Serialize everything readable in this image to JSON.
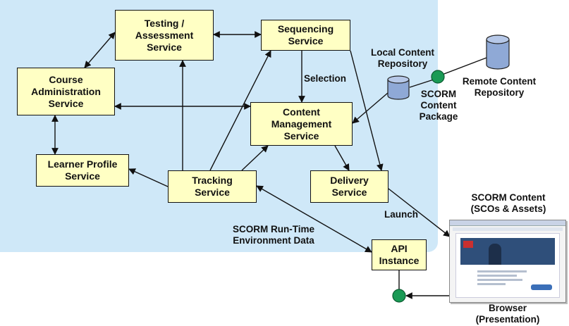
{
  "boxes": {
    "testing": "Testing /\nAssessment\nService",
    "sequencing": "Sequencing\nService",
    "course_admin": "Course\nAdministration\nService",
    "content_mgmt": "Content\nManagement\nService",
    "learner_profile": "Learner Profile\nService",
    "tracking": "Tracking\nService",
    "delivery": "Delivery\nService",
    "api": "API\nInstance"
  },
  "labels": {
    "selection": "Selection",
    "local_repo": "Local Content\nRepository",
    "remote_repo": "Remote Content\nRepository",
    "scorm_package": "SCORM\nContent\nPackage",
    "launch": "Launch",
    "scorm_runtime": "SCORM Run-Time\nEnvironment Data",
    "scorm_content": "SCORM Content\n(SCOs & Assets)",
    "browser": "Browser\n(Presentation)"
  },
  "colors": {
    "region": "#cfe8f8",
    "box_fill": "#ffffc4",
    "connector": "#1a9a55",
    "repository": "#8fa9d6"
  },
  "icons": [
    "repository-cylinder-icon",
    "connector-dot-icon",
    "browser-screenshot-icon"
  ]
}
